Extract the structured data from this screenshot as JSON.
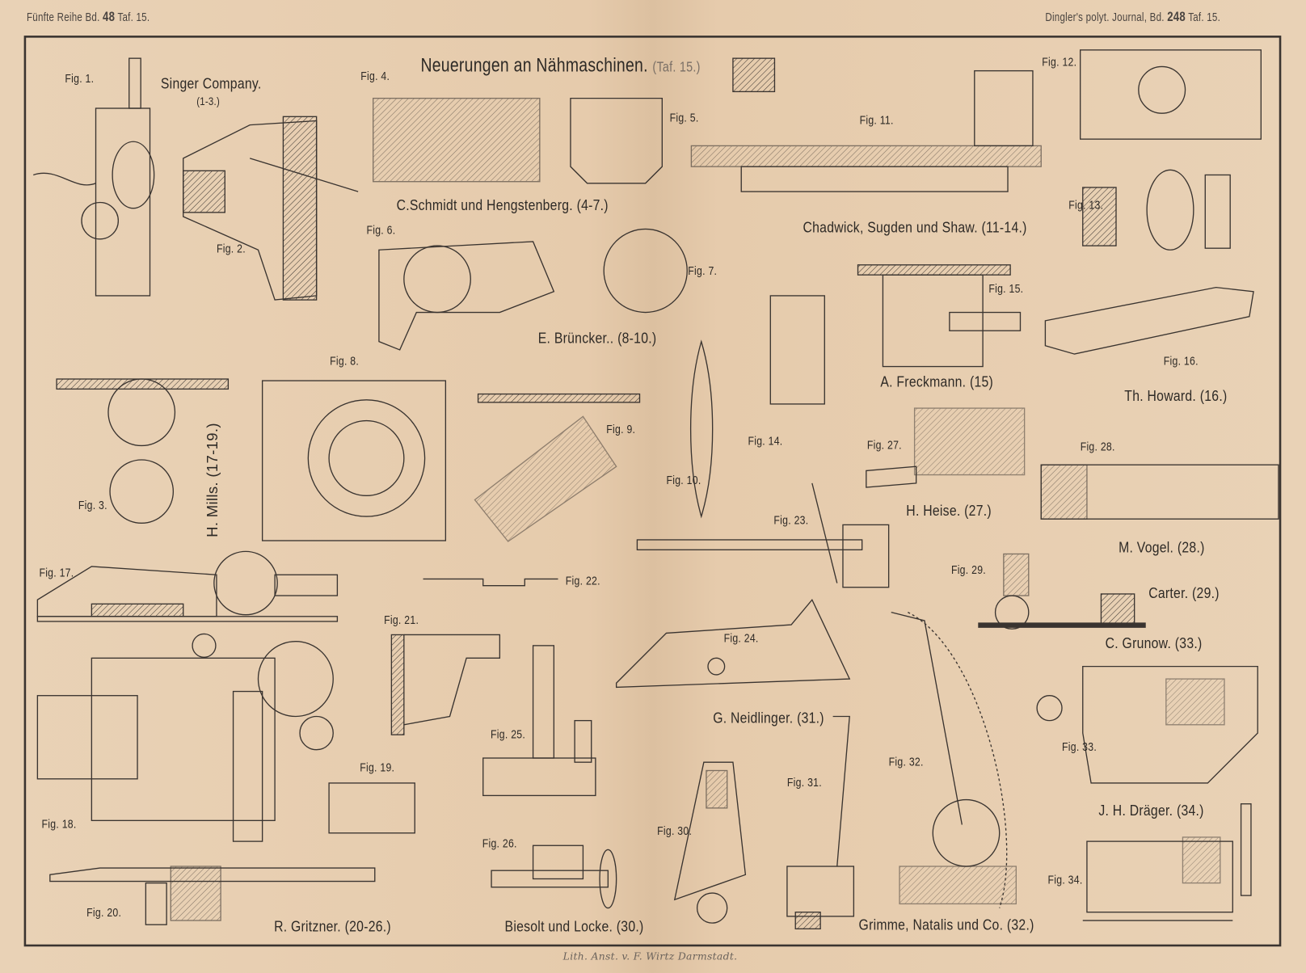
{
  "header": {
    "left_prefix": "Fünfte Reihe Bd.",
    "left_volume": "48",
    "left_plate": "Taf. 15.",
    "right_prefix": "Dingler's polyt. Journal, Bd.",
    "right_volume": "248",
    "right_plate": "Taf. 15."
  },
  "title": {
    "main": "Neuerungen an Nähmaschinen.",
    "plate": "(Taf. 15.)"
  },
  "firms": [
    {
      "name": "Singer Company.",
      "figs": "(1-3.)"
    },
    {
      "name": "C.Schmidt und Hengstenberg.",
      "figs": "(4-7.)"
    },
    {
      "name": "Chadwick, Sugden und Shaw.",
      "figs": "(11-14.)"
    },
    {
      "name": "E. Brüncker..",
      "figs": "(8-10.)"
    },
    {
      "name": "A. Freckmann.",
      "figs": "(15)"
    },
    {
      "name": "Th. Howard.",
      "figs": "(16.)"
    },
    {
      "name": "H. Mills.",
      "figs": "(17-19.)"
    },
    {
      "name": "H. Heise.",
      "figs": "(27.)"
    },
    {
      "name": "M. Vogel.",
      "figs": "(28.)"
    },
    {
      "name": "Carter.",
      "figs": "(29.)"
    },
    {
      "name": "C. Grunow.",
      "figs": "(33.)"
    },
    {
      "name": "G. Neidlinger.",
      "figs": "(31.)"
    },
    {
      "name": "J. H. Dräger.",
      "figs": "(34.)"
    },
    {
      "name": "R. Gritzner.",
      "figs": "(20-26.)"
    },
    {
      "name": "Biesolt und Locke.",
      "figs": "(30.)"
    },
    {
      "name": "Grimme, Natalis und Co.",
      "figs": "(32.)"
    }
  ],
  "figures": [
    "Fig. 1.",
    "Fig. 2.",
    "Fig. 3.",
    "Fig. 4.",
    "Fig. 5.",
    "Fig. 6.",
    "Fig. 7.",
    "Fig. 8.",
    "Fig. 9.",
    "Fig. 10.",
    "Fig. 11.",
    "Fig. 12.",
    "Fig. 13.",
    "Fig. 14.",
    "Fig. 15.",
    "Fig. 16.",
    "Fig. 17.",
    "Fig. 18.",
    "Fig. 19.",
    "Fig. 20.",
    "Fig. 21.",
    "Fig. 22.",
    "Fig. 23.",
    "Fig. 24.",
    "Fig. 25.",
    "Fig. 26.",
    "Fig. 27.",
    "Fig. 28.",
    "Fig. 29.",
    "Fig. 30.",
    "Fig. 31.",
    "Fig. 32.",
    "Fig. 33.",
    "Fig. 34."
  ],
  "footer": {
    "lithographer": "Lith. Anst. v. F. Wirtz Darmstadt."
  },
  "colors": {
    "paper": "#e6cdb0",
    "ink": "#2e2a26"
  }
}
